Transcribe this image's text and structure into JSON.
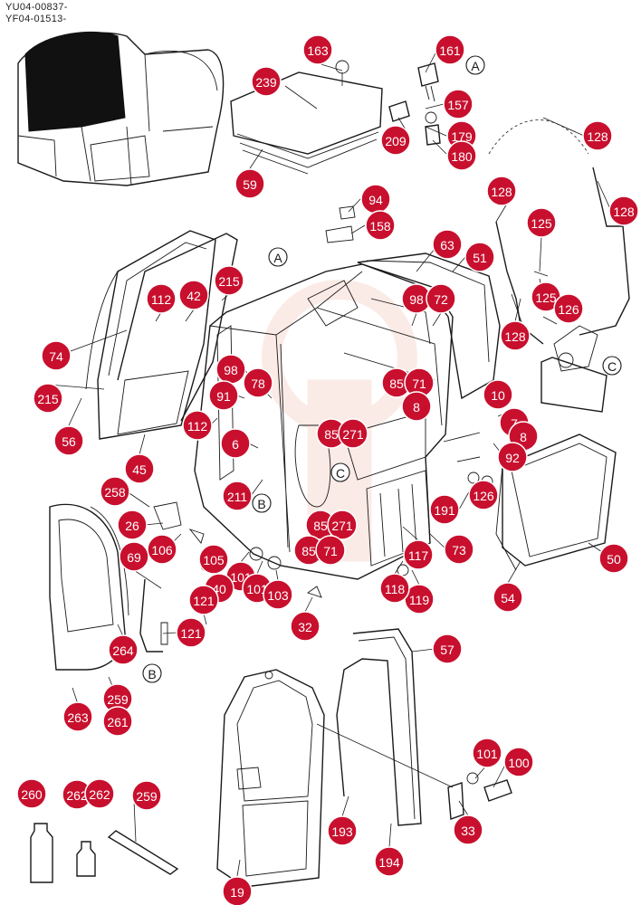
{
  "header": {
    "line1": "YU04-00837-",
    "line2": "YF04-01513-"
  },
  "watermark_color": "#f4c7b8",
  "callout_color": "#c8102e",
  "reference_letters": [
    "A",
    "B",
    "C"
  ],
  "callouts": [
    "163",
    "161",
    "239",
    "157",
    "179",
    "209",
    "180",
    "59",
    "128",
    "128",
    "128",
    "94",
    "158",
    "125",
    "63",
    "51",
    "215",
    "112",
    "42",
    "98",
    "72",
    "125",
    "126",
    "74",
    "128",
    "98",
    "78",
    "91",
    "85",
    "71",
    "8",
    "10",
    "215",
    "112",
    "6",
    "85",
    "271",
    "7",
    "8",
    "92",
    "56",
    "45",
    "258",
    "211",
    "191",
    "126",
    "26",
    "106",
    "85",
    "271",
    "69",
    "105",
    "85",
    "71",
    "117",
    "73",
    "50",
    "101",
    "40",
    "101",
    "103",
    "119",
    "118",
    "121",
    "54",
    "32",
    "121",
    "264",
    "57",
    "259",
    "261",
    "263",
    "101",
    "100",
    "260",
    "262",
    "262",
    "259",
    "193",
    "33",
    "194",
    "19"
  ]
}
